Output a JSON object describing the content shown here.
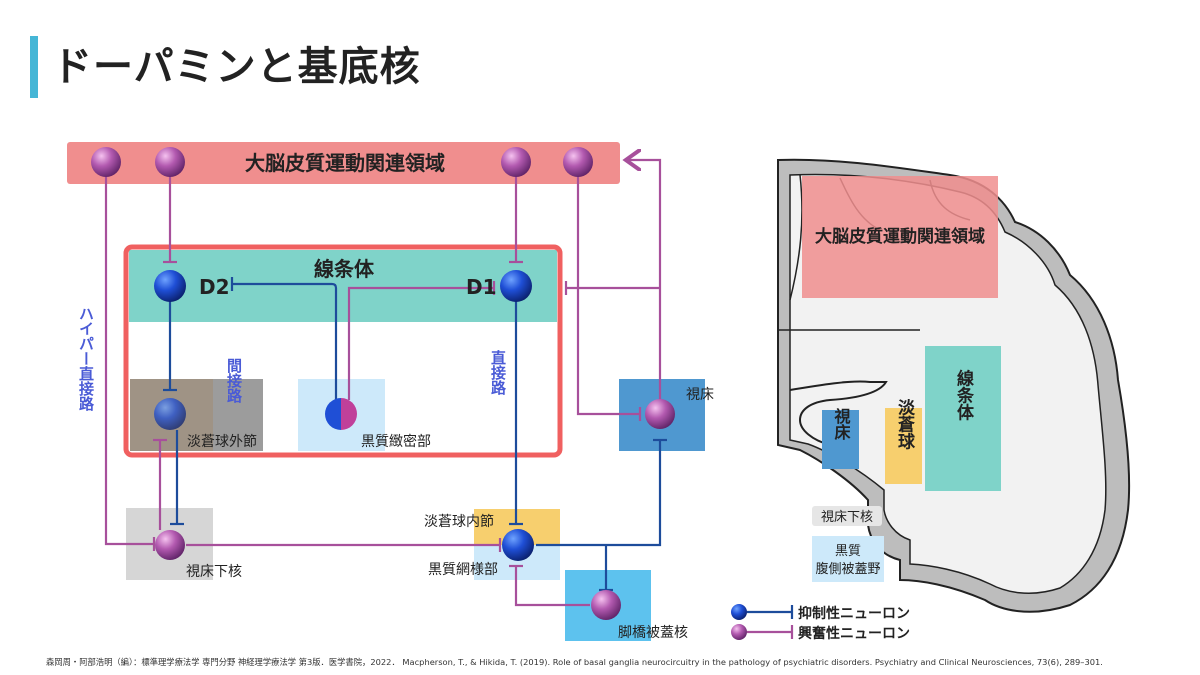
{
  "title": "ドーパミンと基底核",
  "labels": {
    "cortex": "大脳皮質運動関連領域",
    "striatum": "線条体",
    "d2": "D2",
    "d1": "D1",
    "gpe": "淡蒼球外節",
    "snc": "黒質緻密部",
    "thalamus": "視床",
    "stn": "視床下核",
    "gpi": "淡蒼球内節",
    "snr": "黒質網様部",
    "ppn": "脚橋被蓋核",
    "indirect": "間接路",
    "direct": "直接路",
    "hyperdirect": "ハイパー直接路"
  },
  "legend": {
    "inhibitory": "抑制性ニューロン",
    "excitatory": "興奮性ニューロン"
  },
  "brain": {
    "cortex": "大脳皮質運動関連領域",
    "striatum": "線条体",
    "pallidum": "淡蒼球",
    "thalamus": "視床",
    "stn": "視床下核",
    "sn_line1": "黒質",
    "sn_line2": "腹側被蓋野"
  },
  "colors": {
    "accent_bar": "#45b6d6",
    "cortex_box": "#f08e8e",
    "striatum": "#7fd3c9",
    "striatum_border": "#f06060",
    "inhibitory_line": "#1d4c9b",
    "excitatory_line": "#a7509b",
    "pathway_label": "#4a5bd6"
  },
  "footnote": "森岡周・阿部浩明（編）：標準理学療法学 専門分野 神経理学療法学 第3版．医学書院，2022．  Macpherson, T., & Hikida, T. (2019). Role of basal ganglia neurocircuitry in the pathology of psychiatric disorders. Psychiatry and Clinical Neurosciences, 73(6), 289–301."
}
